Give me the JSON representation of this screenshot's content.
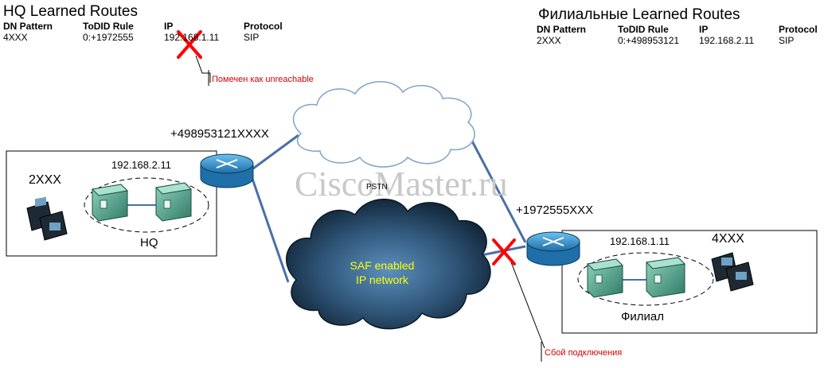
{
  "hq_routes": {
    "title": "HQ Learned Routes",
    "headers": [
      "DN Pattern",
      "ToDID Rule",
      "IP",
      "Protocol"
    ],
    "row": [
      "4XXX",
      "0:+1972555",
      "192.168.1.11",
      "SIP"
    ],
    "note": "Помечен как unreachable"
  },
  "branch_routes": {
    "title": "Филиальные Learned Routes",
    "headers": [
      "DN Pattern",
      "ToDID Rule",
      "IP",
      "Protocol"
    ],
    "row": [
      "2XXX",
      "0:+498953121",
      "192.168.2.11",
      "SIP"
    ]
  },
  "hq_site": {
    "name": "HQ",
    "ip": "192.168.2.11",
    "extension": "2XXX",
    "did": "+498953121XXXX"
  },
  "branch_site": {
    "name": "Филиал",
    "ip": "192.168.1.11",
    "extension": "4XXX",
    "did": "+1972555XXX"
  },
  "pstn": {
    "label": "PSTN"
  },
  "saf_cloud": {
    "line1": "SAF enabled",
    "line2": "IP network"
  },
  "failure": {
    "note": "Сбой подключения"
  },
  "watermark": "CiscoMaster.ru",
  "colors": {
    "link": "#4a6fa8",
    "router": "#3a8fc8",
    "server": "#4f9a86",
    "fail": "#ff0000",
    "cloud_dark": "#2a4a6a"
  }
}
